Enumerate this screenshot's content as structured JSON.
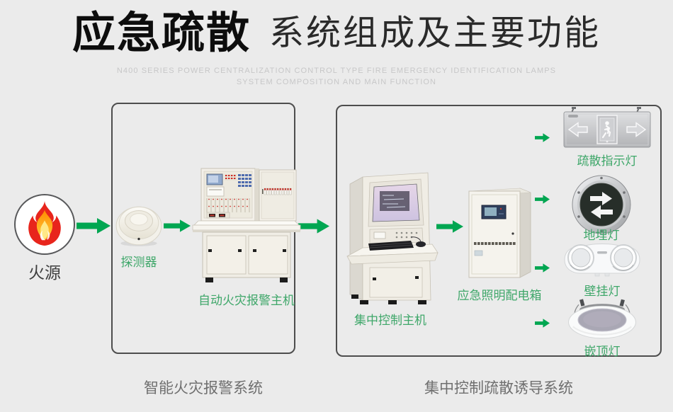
{
  "header": {
    "title_bold": "应急疏散",
    "title_light": "系统组成及主要功能",
    "subtitle_line1": "N400 SERIES POWER CENTRALIZATION CONTROL TYPE FIRE EMERGENCY IDENTIFICATION LAMPS",
    "subtitle_line2": "SYSTEM COMPOSITION AND MAIN FUNCTION"
  },
  "flow": {
    "fire_label": "火源",
    "detector_label": "探测器",
    "alarm_host_label": "自动火灾报警主机",
    "control_host_label": "集中控制主机",
    "dist_box_label": "应急照明配电箱",
    "lamps": [
      {
        "label": "疏散指示灯"
      },
      {
        "label": "地埋灯"
      },
      {
        "label": "壁挂灯"
      },
      {
        "label": "嵌顶灯"
      }
    ]
  },
  "captions": {
    "group1": "智能火灾报警系统",
    "group2": "集中控制疏散诱导系统"
  },
  "icons": [
    "flame-icon",
    "smoke-detector-image",
    "fire-alarm-host-image",
    "control-host-image",
    "power-distribution-box-image",
    "exit-sign-image",
    "ground-lamp-image",
    "wall-lamp-image",
    "ceiling-lamp-image",
    "flow-arrow-icon"
  ],
  "colors": {
    "background": "#ebebeb",
    "arrow_green": "#00a651",
    "label_green": "#3fa76a",
    "group_border": "#4d4d4d",
    "caption_gray": "#6f6f6f",
    "subtitle_gray": "#c7c7c8",
    "title_black": "#0d0d0d"
  }
}
